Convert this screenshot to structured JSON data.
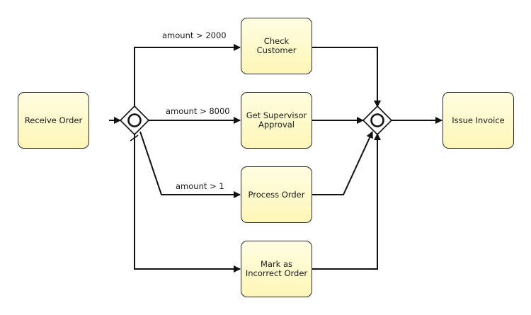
{
  "tasks": {
    "receive_order": "Receive Order",
    "check_customer": "Check\nCustomer",
    "get_supervisor_approval": "Get Supervisor\nApproval",
    "process_order": "Process Order",
    "mark_incorrect": "Mark as\nIncorrect Order",
    "issue_invoice": "Issue Invoice"
  },
  "conditions": {
    "to_check_customer": "amount > 2000",
    "to_supervisor": "amount > 8000",
    "to_process_order": "amount > 1"
  },
  "gateways": {
    "split": "inclusive-or-split",
    "join": "inclusive-or-join"
  },
  "colors": {
    "task_fill": "#fdf6b7",
    "stroke": "#2b2b2b"
  }
}
